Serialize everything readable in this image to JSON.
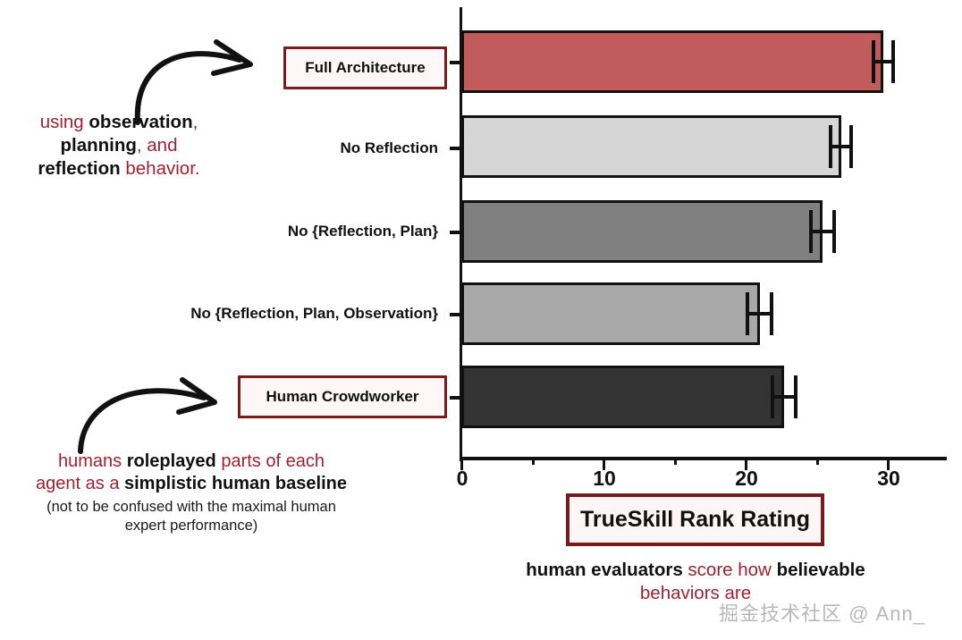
{
  "chart_data": {
    "type": "bar",
    "orientation": "horizontal",
    "title": "TrueSkill Rank Rating",
    "xlabel": "TrueSkill Rank Rating",
    "ylabel": "",
    "xlim": [
      0,
      33
    ],
    "xticks": [
      0,
      10,
      20,
      30
    ],
    "xtick_labels": [
      "0",
      "10",
      "20",
      "30"
    ],
    "minor_xticks": [
      5,
      15,
      25
    ],
    "grid": false,
    "legend": null,
    "categories": [
      "Full Architecture",
      "No Reflection",
      "No {Reflection, Plan}",
      "No {Reflection, Plan, Observation}",
      "Human Crowdworker"
    ],
    "values": [
      29.7,
      26.7,
      25.4,
      21.0,
      22.7
    ],
    "errors": [
      0.7,
      0.75,
      0.8,
      0.85,
      0.8
    ],
    "bar_colors": [
      "#c25b5b",
      "#d6d6d6",
      "#808080",
      "#a8a8a8",
      "#333333"
    ],
    "bar_edge_color": "#111111",
    "highlighted_categories": [
      "Full Architecture",
      "Human Crowdworker"
    ]
  },
  "annotations": {
    "top": {
      "line1_a": "using ",
      "line1_b": "observation",
      "line1_c": ",",
      "line2_a": "planning",
      "line2_b": ", and",
      "line3_a": "reflection",
      "line3_b": " behavior."
    },
    "bottom": {
      "line1_a": "humans ",
      "line1_b": "roleplayed",
      "line1_c": " parts of each",
      "line2_a": "agent as a ",
      "line2_b": "simplistic human baseline",
      "sub_line1": "(not to be confused with the maximal human",
      "sub_line2": "expert performance)"
    }
  },
  "caption": {
    "part1": "human evaluators",
    "part2": " score how ",
    "part3": "believable",
    "part4": " behaviors are"
  },
  "watermark": {
    "text": "掘金技术社区 @ Ann_"
  },
  "colors": {
    "accent_red": "#9d2233",
    "box_border": "#7b1a1a",
    "box_fill": "#fdf6f6",
    "ink": "#111111"
  }
}
